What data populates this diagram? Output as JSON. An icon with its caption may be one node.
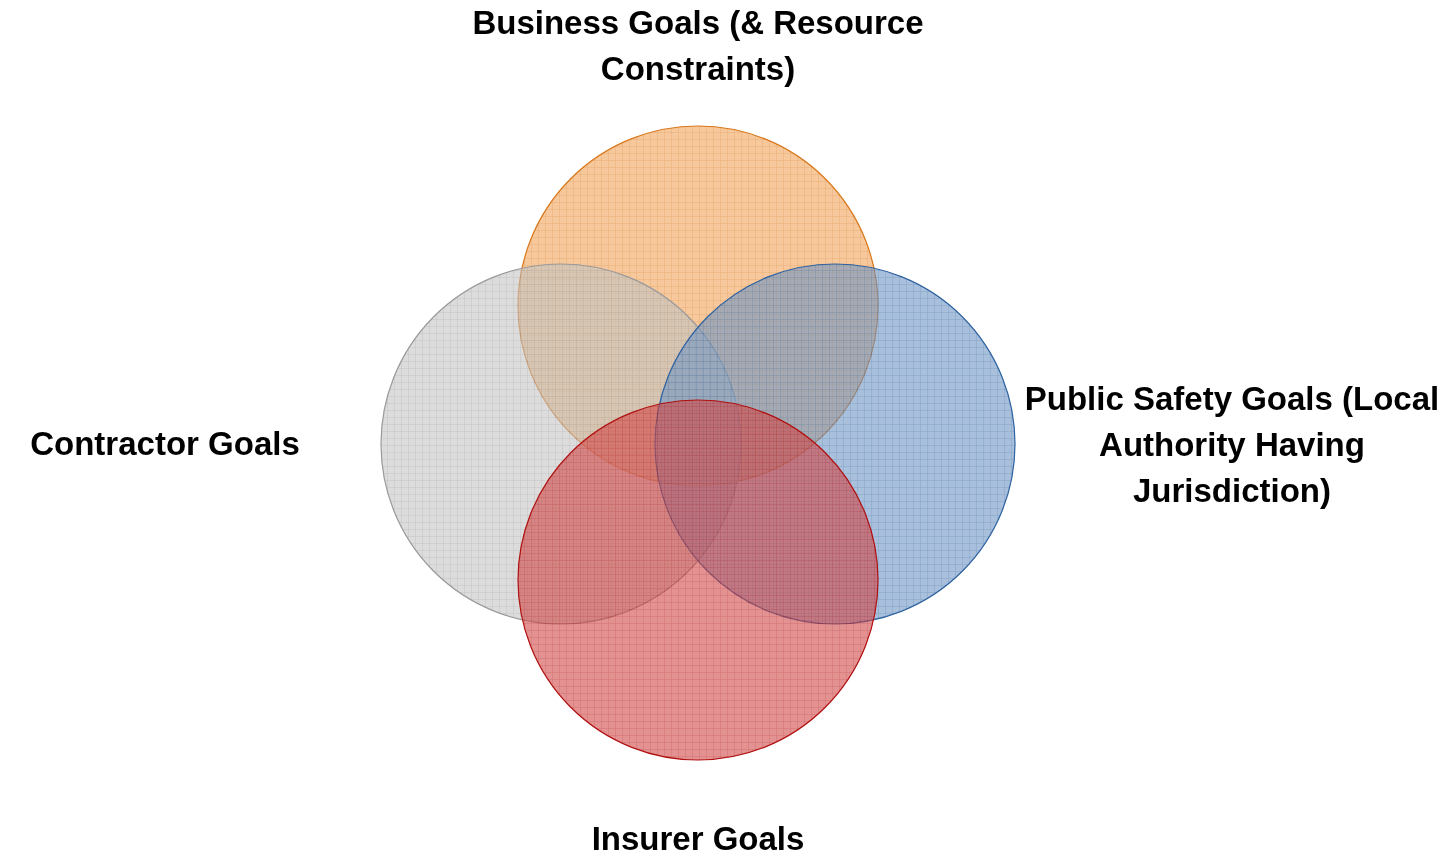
{
  "diagram": {
    "nodes": [
      {
        "text": [
          "Business Goals (& Resource Constraints)"
        ]
      },
      {
        "text": [
          "Contractor Goals"
        ]
      },
      {
        "text": [
          "Public Safety Goals (Local Authority Having Jurisdiction)"
        ]
      },
      {
        "text": [
          "Insurer Goals"
        ]
      }
    ],
    "edges": []
  }
}
